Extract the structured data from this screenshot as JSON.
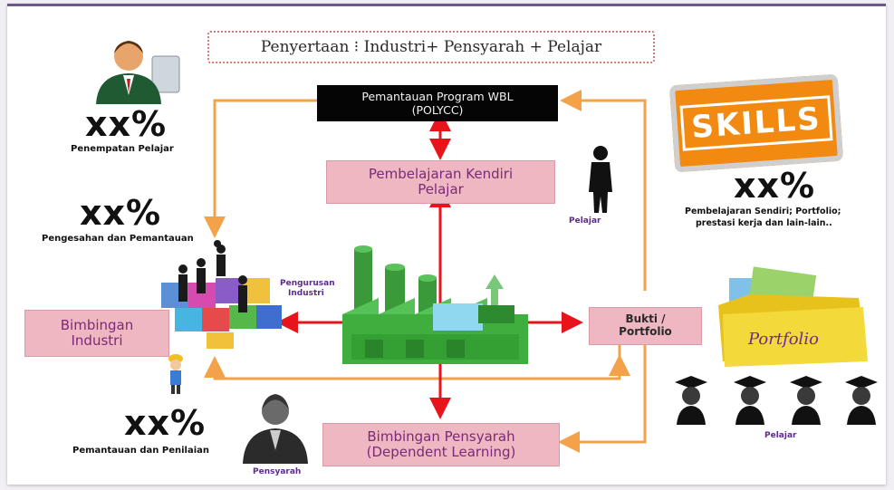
{
  "header": {
    "text": "Penyertaan   ⁝ Industri+ Pensyarah + Pelajar"
  },
  "program_box": {
    "line1": "Pemantauan Program WBL",
    "line2": "(POLYCC)"
  },
  "boxes": {
    "kendiri": {
      "line1": "Pembelajaran Kendiri",
      "line2": "Pelajar"
    },
    "industri": {
      "line1": "Bimbingan",
      "line2": "Industri"
    },
    "pensyarah": {
      "line1": "Bimbingan Pensyarah",
      "line2": "(Dependent  Learning)"
    },
    "bukti": {
      "line1": "Bukti /",
      "line2": "Portfolio"
    }
  },
  "percentages": [
    {
      "value": "xx%",
      "caption": "Penempatan Pelajar"
    },
    {
      "value": "xx%",
      "caption": "Pengesahan dan Pemantauan"
    },
    {
      "value": "xx%",
      "caption": "Pemantauan dan Penilaian"
    },
    {
      "value": "xx%",
      "caption_line1": "Pembelajaran Sendiri; Portfolio;",
      "caption_line2": "prestasi kerja dan lain-lain.."
    }
  ],
  "labels": {
    "pelajar_top": "Pelajar",
    "pengurusan_line1": "Pengurusan",
    "pengurusan_line2": "Industri",
    "pensyarah": "Pensyarah",
    "pelajar_bottom": "Pelajar",
    "skills": "SKILLS",
    "portfolio": "Portfolio"
  },
  "colors": {
    "orange_arrow": "#f4a24a",
    "red_arrow": "#e8141b",
    "pink_box": "#efb7c1",
    "factory_green": "#3fae3f"
  },
  "icons": [
    "businessman-icon",
    "student-icon",
    "lecturer-icon",
    "factory-icon",
    "puzzle-people-icon",
    "worker-icon",
    "portfolio-folder-icon",
    "graduate-icon"
  ]
}
